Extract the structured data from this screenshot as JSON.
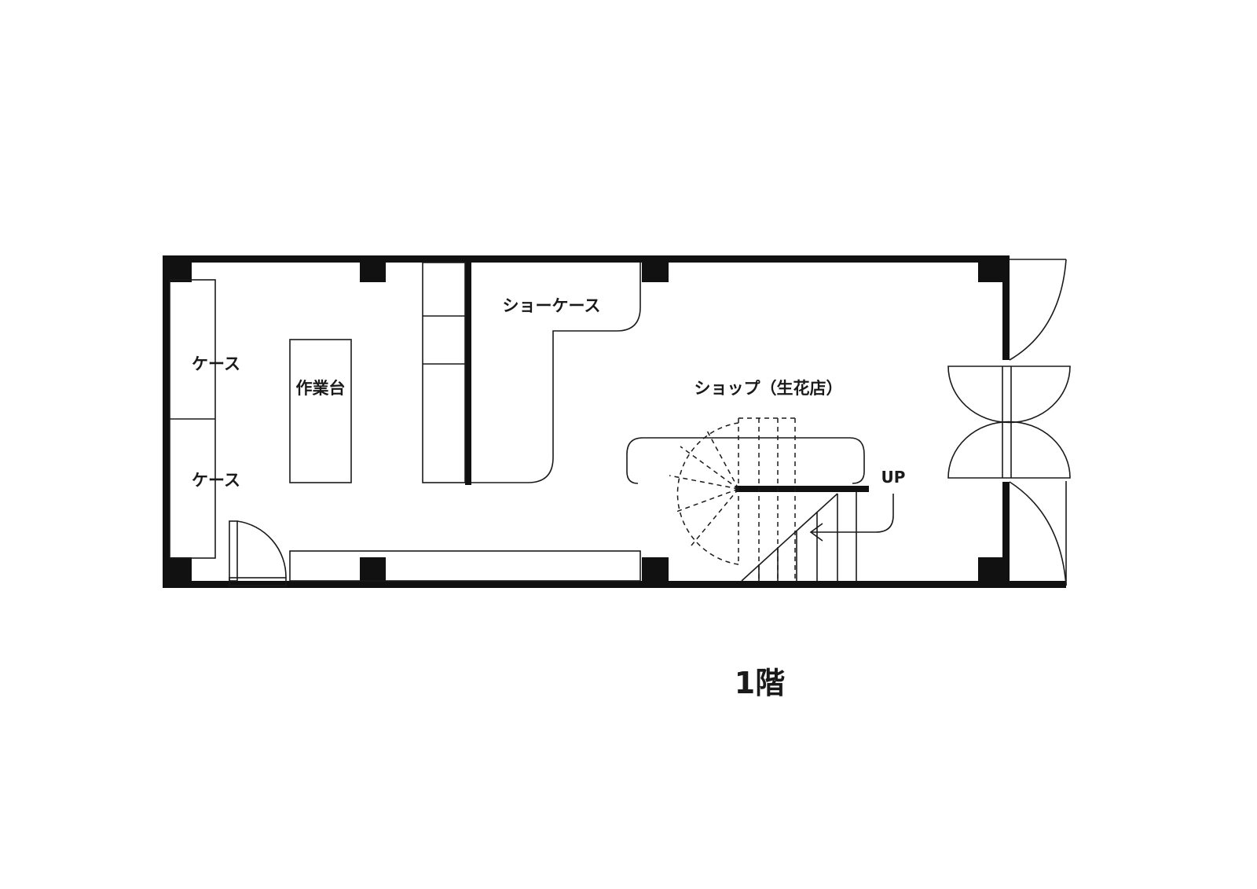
{
  "labels": {
    "case_upper": "ケース",
    "case_lower": "ケース",
    "workbench": "作業台",
    "showcase": "ショーケース",
    "shop": "ショップ（生花店）",
    "stair_up": "UP",
    "floor_title": "1階"
  }
}
